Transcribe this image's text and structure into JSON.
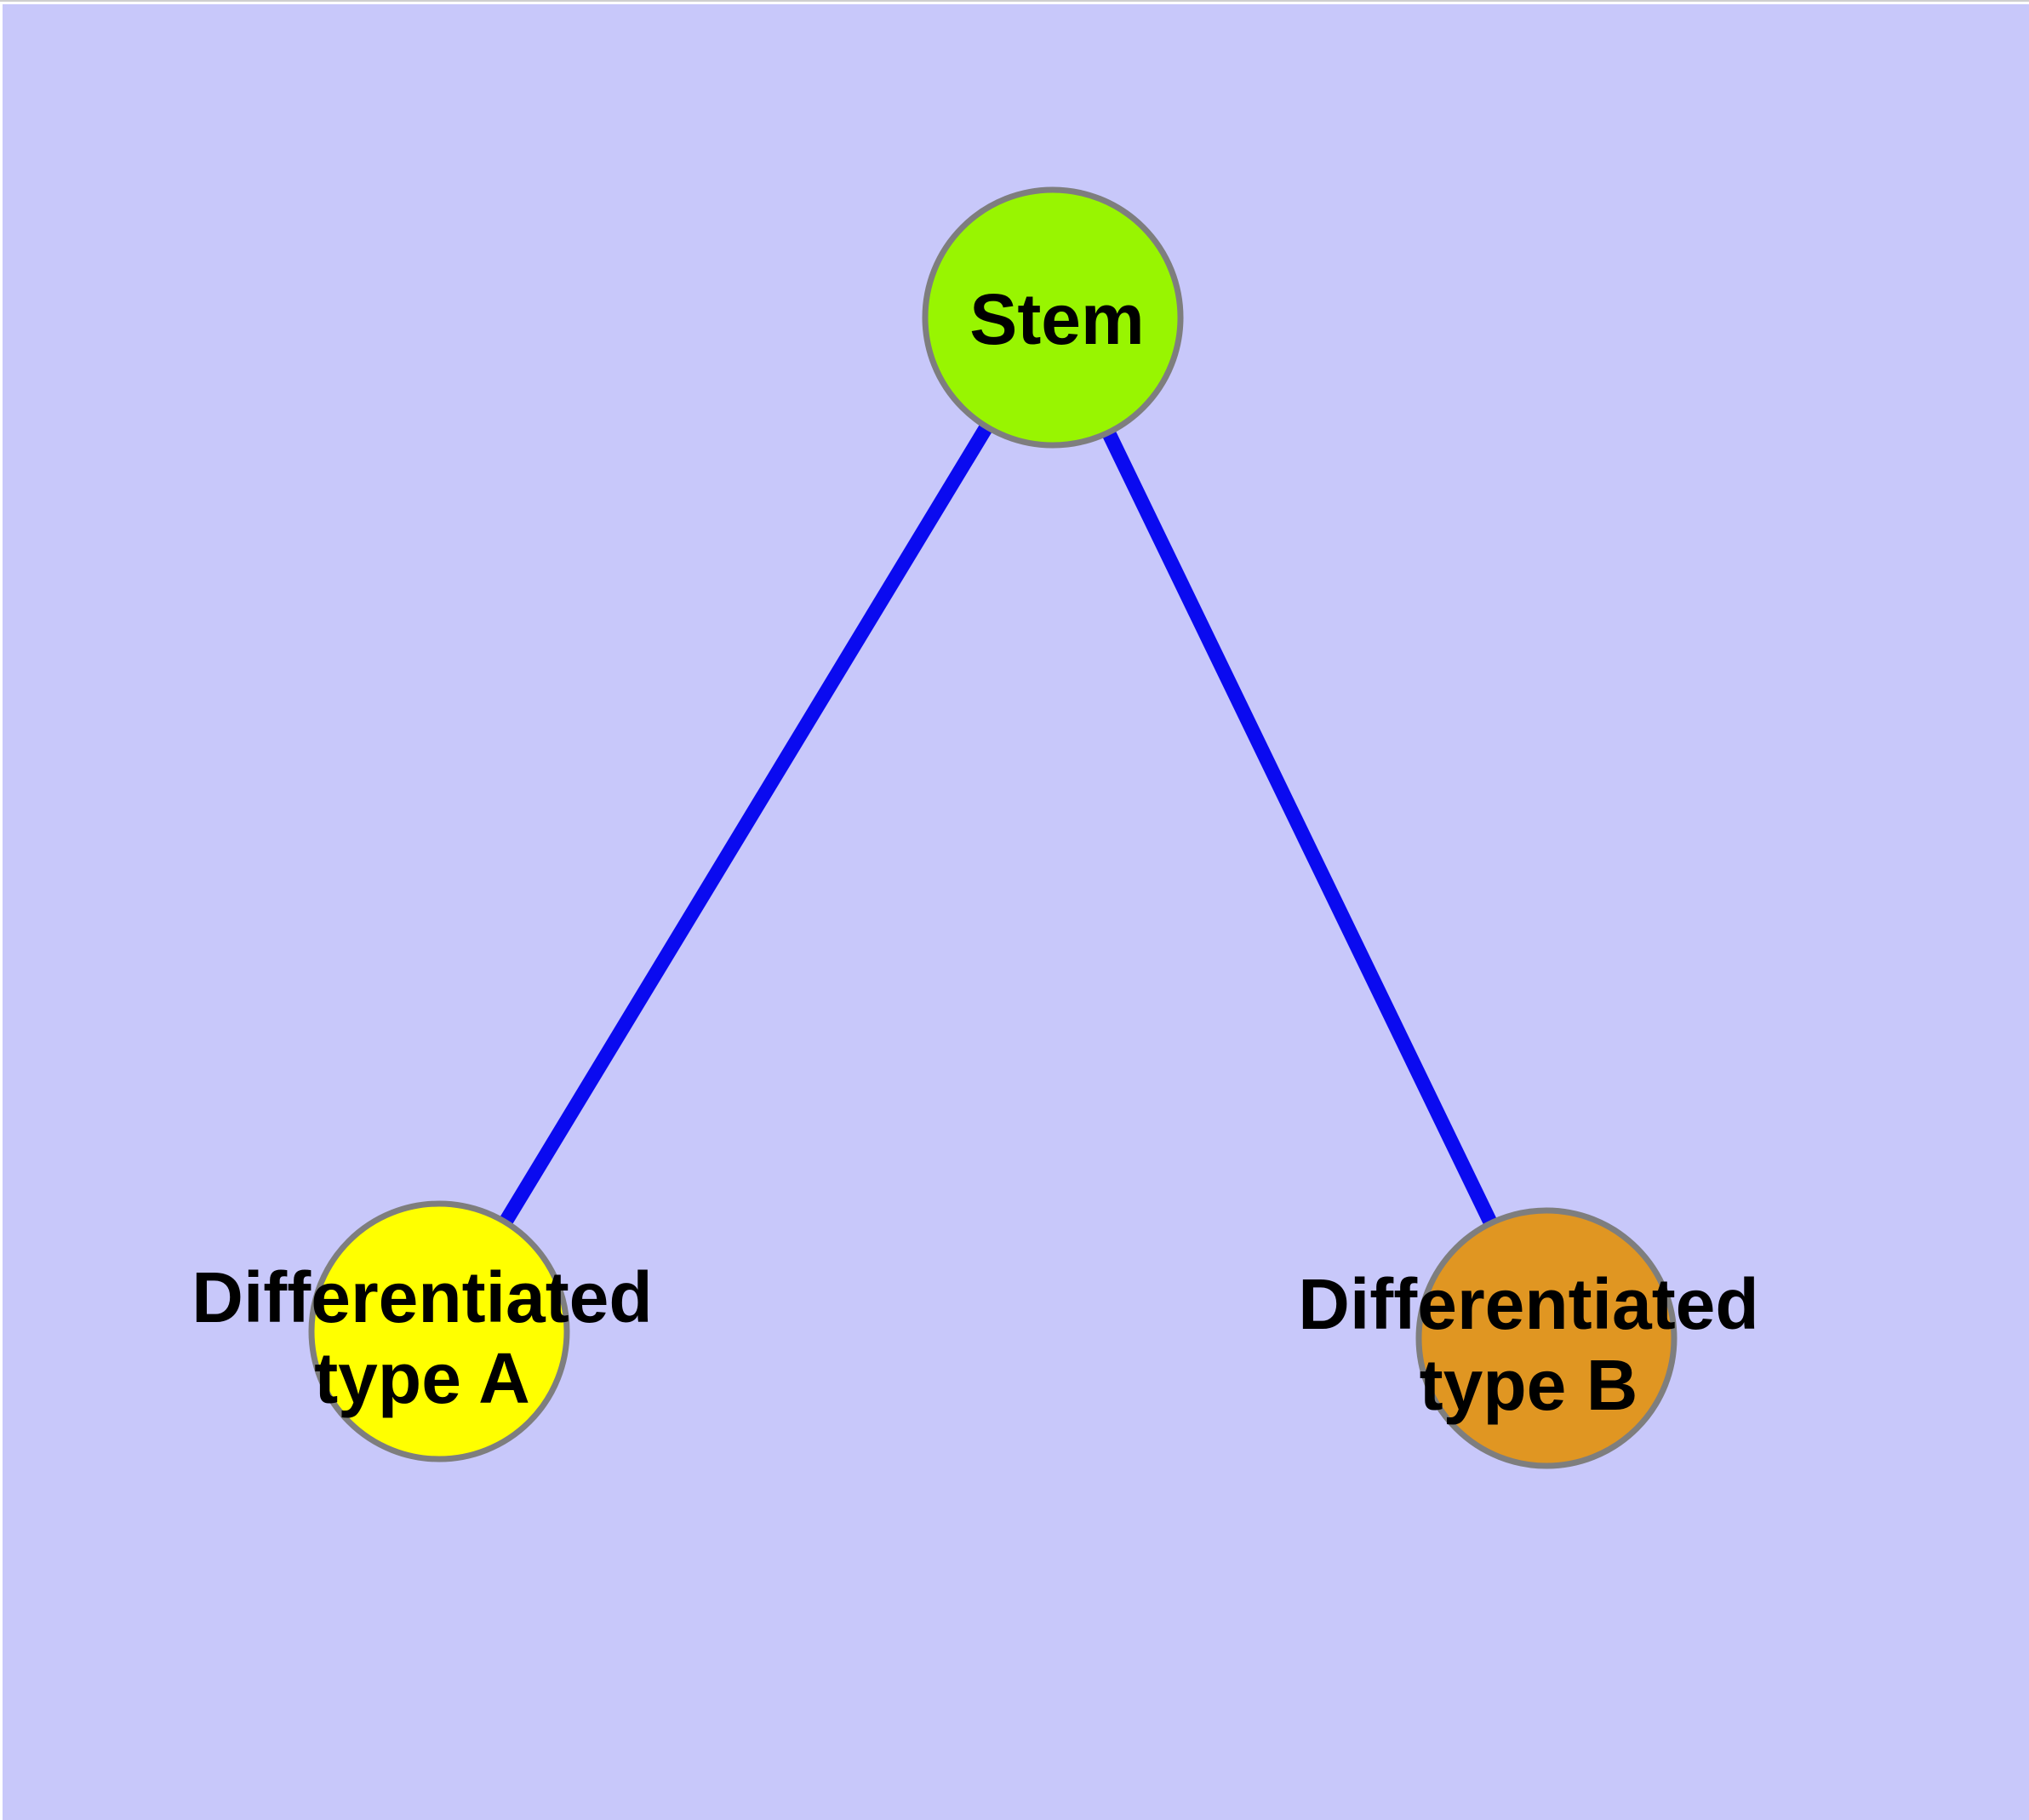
{
  "diagram": {
    "background_color": "#C8C8FA",
    "edge_color": "#0A0AF0",
    "node_border_color": "#7E7E7E",
    "label_color": "#000000",
    "nodes": [
      {
        "id": "stem",
        "label": "Stem",
        "fill": "#98F501"
      },
      {
        "id": "typeA",
        "label_line1": "Differentiated",
        "label_line2": "type A",
        "fill": "#FFFF00"
      },
      {
        "id": "typeB",
        "label_line1": "Differentiated",
        "label_line2": "type B",
        "fill": "#E09622"
      }
    ],
    "edges": [
      {
        "from": "stem",
        "to": "typeA"
      },
      {
        "from": "stem",
        "to": "typeB"
      }
    ]
  }
}
